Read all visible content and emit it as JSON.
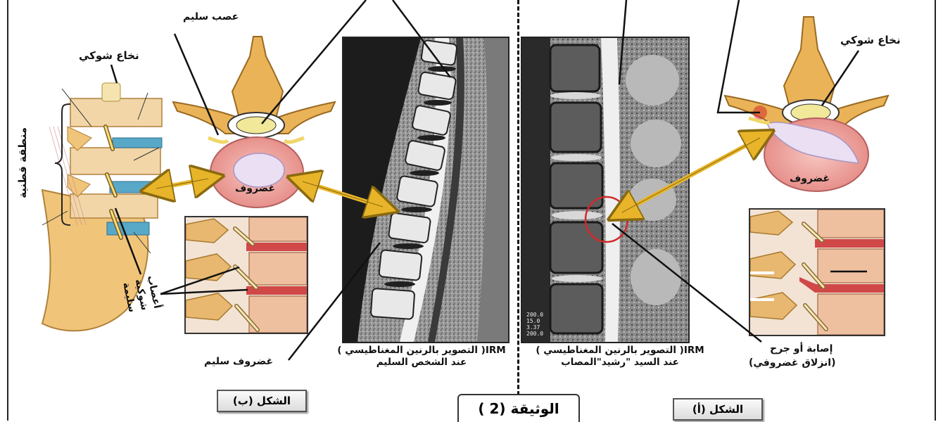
{
  "labels": {
    "healthy_nerve": "عصب سليم",
    "spinal_cord_left": "نخاع شوكي",
    "lumbar_region": "منطقة قطنية",
    "disc_left": "غضروف",
    "spinal_nerves": "أعصاب شوكية سليمة",
    "healthy_disc": "غضروف سليم",
    "spinal_cord_right": "نخاع شوكي",
    "disc_right": "غضروف",
    "injury_line1": "إصابة أو جرح",
    "injury_line2": "(انزلاق غضروفي)"
  },
  "captions": {
    "mri_healthy_line1": "IRM( التصوير بالرنين المغناطيسي )",
    "mri_healthy_line2": "عند الشخص السليم",
    "mri_patient_line1": "IRM( التصوير بالرنين المغناطيسي )",
    "mri_patient_line2": "عند السيد \"رشيد\"المصاب"
  },
  "figures": {
    "fig_b": "الشكل (ب)",
    "fig_a": "الشكل (أ)"
  },
  "document_title": "الوثيقة (2 )",
  "mri_scale_text": [
    "200.0",
    "15.0",
    "3.37",
    "200.0"
  ],
  "colors": {
    "arrow": "#e8b52a",
    "bone": "#e9b45c",
    "disc_blue": "#58a8c8",
    "disc_pink": "#eea5a0",
    "injury_red": "#d22a2a"
  }
}
